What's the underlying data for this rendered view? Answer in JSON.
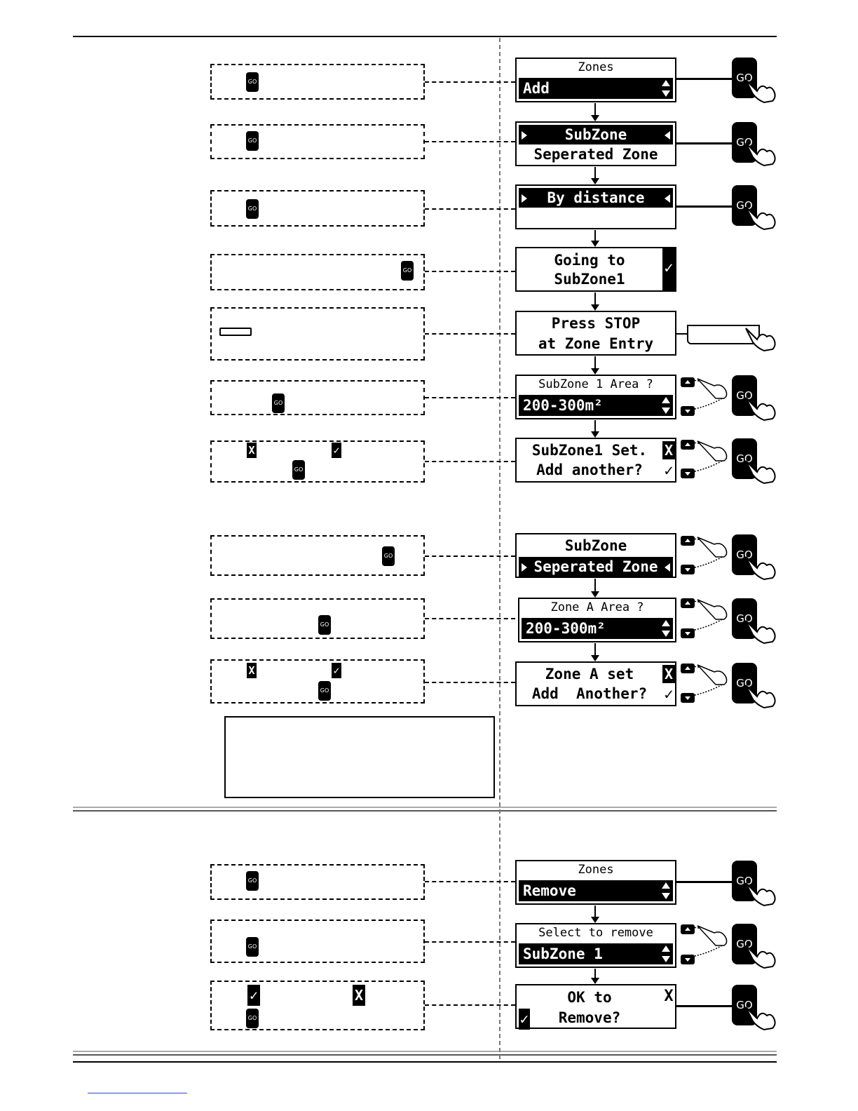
{
  "go_label": "GO",
  "screens": {
    "zones_add": {
      "title": "Zones",
      "value": "Add"
    },
    "subzone_menu": {
      "selected": "SubZone",
      "other": "Seperated Zone"
    },
    "by_distance": {
      "selected": "By distance"
    },
    "going_to": {
      "line1": "Going to",
      "line2": "SubZone1",
      "check": "✓"
    },
    "press_stop": {
      "line1": "Press STOP",
      "line2": "at Zone Entry"
    },
    "subzone_area": {
      "title": "SubZone 1 Area ?",
      "value": "200-300m²"
    },
    "subzone_set": {
      "line1": "SubZone1 Set.",
      "line2": "Add another?",
      "x": "X",
      "check": "✓"
    },
    "sep_menu": {
      "line1": "SubZone",
      "selected": "Seperated Zone"
    },
    "zone_a_area": {
      "title": "Zone A Area ?",
      "value": "200-300m²"
    },
    "zone_a_set": {
      "line1": "Zone A set",
      "line2": "Add  Another?",
      "x": "X",
      "check": "✓"
    },
    "zones_remove": {
      "title": "Zones",
      "value": "Remove"
    },
    "select_remove": {
      "title": "Select to remove",
      "value": "SubZone 1"
    },
    "ok_remove": {
      "line1": "OK to",
      "line2": "Remove?",
      "x": "X",
      "check": "✓"
    }
  },
  "instruction_glyphs": {
    "x": "X",
    "check": "✓"
  }
}
